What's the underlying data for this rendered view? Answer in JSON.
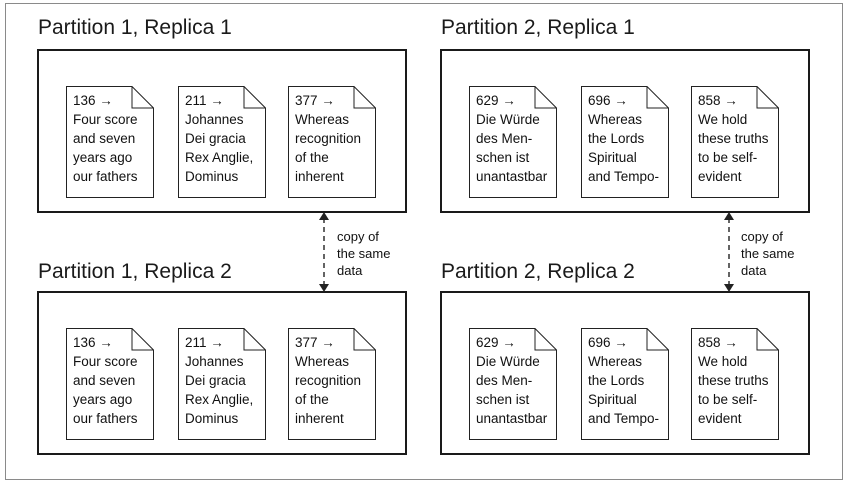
{
  "partitions": [
    {
      "title": "Partition 1, Replica 1",
      "docs": [
        {
          "text": "136 →\nFour score\nand seven\nyears ago\nour fathers"
        },
        {
          "text": "211 →\nJohannes\nDei gracia\nRex Anglie,\nDominus"
        },
        {
          "text": "377 →\nWhereas\nrecognition\nof the\ninherent"
        }
      ]
    },
    {
      "title": "Partition 2, Replica 1",
      "docs": [
        {
          "text": "629 →\nDie Würde\ndes Men-\nschen ist\nunantastbar"
        },
        {
          "text": "696 →\nWhereas\nthe Lords\nSpiritual\nand Tempo-"
        },
        {
          "text": "858 →\nWe hold\nthese truths\nto be self-\nevident"
        }
      ]
    },
    {
      "title": "Partition 1, Replica 2",
      "docs": [
        {
          "text": "136 →\nFour score\nand seven\nyears ago\nour fathers"
        },
        {
          "text": "211 →\nJohannes\nDei gracia\nRex Anglie,\nDominus"
        },
        {
          "text": "377 →\nWhereas\nrecognition\nof the\ninherent"
        }
      ]
    },
    {
      "title": "Partition 2, Replica 2",
      "docs": [
        {
          "text": "629 →\nDie Würde\ndes Men-\nschen ist\nunantastbar"
        },
        {
          "text": "696 →\nWhereas\nthe Lords\nSpiritual\nand Tempo-"
        },
        {
          "text": "858 →\nWe hold\nthese truths\nto be self-\nevident"
        }
      ]
    }
  ],
  "copy_labels": [
    {
      "text": "copy of\nthe same\ndata"
    },
    {
      "text": "copy of\nthe same\ndata"
    }
  ]
}
